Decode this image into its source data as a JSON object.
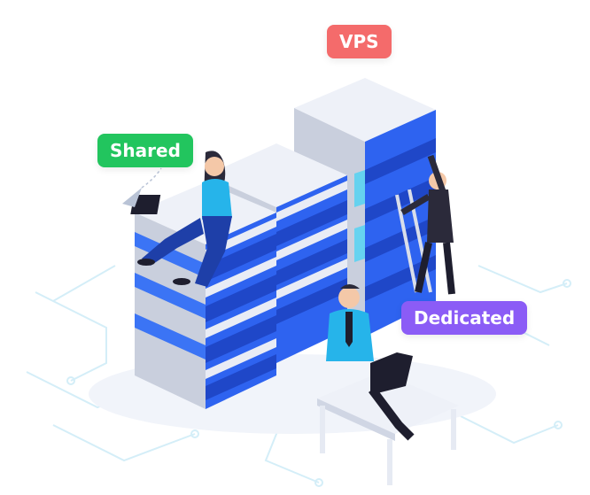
{
  "labels": {
    "vps": "VPS",
    "shared": "Shared",
    "dedicated": "Dedicated"
  },
  "colors": {
    "vps": "#F46B6B",
    "shared": "#22C55E",
    "dedicated": "#8B5CF6",
    "server_blue": "#2E63F0",
    "server_top": "#E9ECF5",
    "server_side": "#C9CFDD",
    "accent_cyan": "#5BD3F2",
    "circuit": "#D4EEF8"
  },
  "icons": {
    "paper_plane": "paper-plane-icon"
  }
}
